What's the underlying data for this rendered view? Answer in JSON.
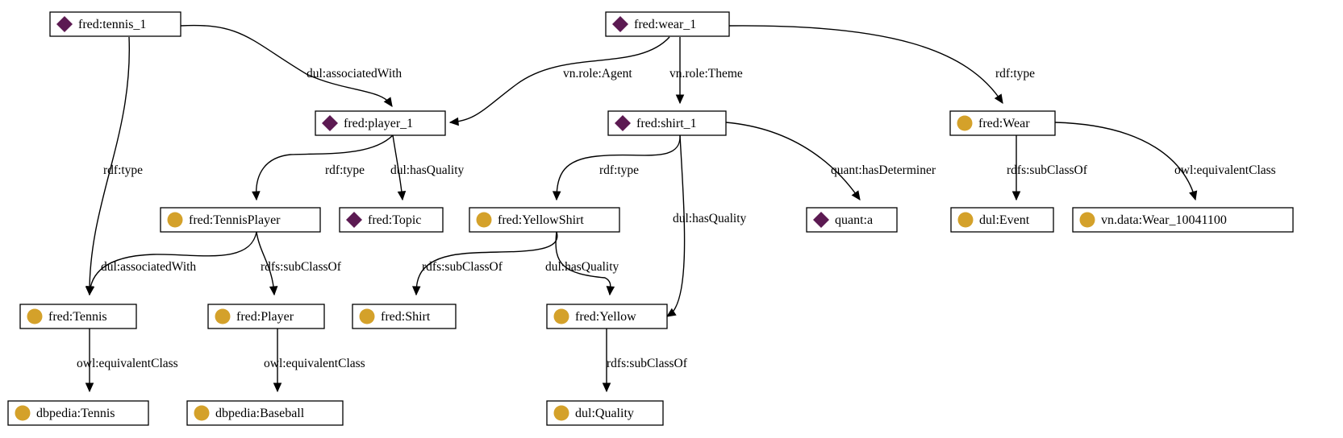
{
  "colors": {
    "instance_icon": "#5c1a52",
    "class_icon": "#d4a12a",
    "edge": "#000000",
    "node_border": "#000000"
  },
  "icons": {
    "instance": "diamond-icon",
    "class": "circle-icon"
  },
  "nodes": [
    {
      "id": "tennis_1",
      "label": "fred:tennis_1",
      "kind": "instance"
    },
    {
      "id": "wear_1",
      "label": "fred:wear_1",
      "kind": "instance"
    },
    {
      "id": "player_1",
      "label": "fred:player_1",
      "kind": "instance"
    },
    {
      "id": "shirt_1",
      "label": "fred:shirt_1",
      "kind": "instance"
    },
    {
      "id": "wear",
      "label": "fred:Wear",
      "kind": "class"
    },
    {
      "id": "tennisplayer",
      "label": "fred:TennisPlayer",
      "kind": "class"
    },
    {
      "id": "topic",
      "label": "fred:Topic",
      "kind": "instance"
    },
    {
      "id": "yellowshirt",
      "label": "fred:YellowShirt",
      "kind": "class"
    },
    {
      "id": "quant_a",
      "label": "quant:a",
      "kind": "instance"
    },
    {
      "id": "event",
      "label": "dul:Event",
      "kind": "class"
    },
    {
      "id": "wear_10041100",
      "label": "vn.data:Wear_10041100",
      "kind": "class"
    },
    {
      "id": "tennis",
      "label": "fred:Tennis",
      "kind": "class"
    },
    {
      "id": "player",
      "label": "fred:Player",
      "kind": "class"
    },
    {
      "id": "shirt",
      "label": "fred:Shirt",
      "kind": "class"
    },
    {
      "id": "yellow",
      "label": "fred:Yellow",
      "kind": "class"
    },
    {
      "id": "dbp_tennis",
      "label": "dbpedia:Tennis",
      "kind": "class"
    },
    {
      "id": "dbp_baseball",
      "label": "dbpedia:Baseball",
      "kind": "class"
    },
    {
      "id": "quality",
      "label": "dul:Quality",
      "kind": "class"
    }
  ],
  "edges": [
    {
      "id": "e1",
      "from": "tennis_1",
      "to": "player_1",
      "label": "dul:associatedWith"
    },
    {
      "id": "e2",
      "from": "tennis_1",
      "to": "tennis",
      "label": "rdf:type"
    },
    {
      "id": "e3",
      "from": "wear_1",
      "to": "player_1",
      "label": "vn.role:Agent"
    },
    {
      "id": "e4",
      "from": "wear_1",
      "to": "shirt_1",
      "label": "vn.role:Theme"
    },
    {
      "id": "e5",
      "from": "wear_1",
      "to": "wear",
      "label": "rdf:type"
    },
    {
      "id": "e6",
      "from": "player_1",
      "to": "tennisplayer",
      "label": "rdf:type"
    },
    {
      "id": "e7",
      "from": "player_1",
      "to": "topic",
      "label": "dul:hasQuality"
    },
    {
      "id": "e8",
      "from": "shirt_1",
      "to": "yellowshirt",
      "label": "rdf:type"
    },
    {
      "id": "e9",
      "from": "shirt_1",
      "to": "yellow",
      "label": "dul:hasQuality"
    },
    {
      "id": "e10",
      "from": "shirt_1",
      "to": "quant_a",
      "label": "quant:hasDeterminer"
    },
    {
      "id": "e11",
      "from": "wear",
      "to": "event",
      "label": "rdfs:subClassOf"
    },
    {
      "id": "e12",
      "from": "wear",
      "to": "wear_10041100",
      "label": "owl:equivalentClass"
    },
    {
      "id": "e13",
      "from": "tennisplayer",
      "to": "tennis",
      "label": "dul:associatedWith"
    },
    {
      "id": "e14",
      "from": "tennisplayer",
      "to": "player",
      "label": "rdfs:subClassOf"
    },
    {
      "id": "e15",
      "from": "yellowshirt",
      "to": "shirt",
      "label": "rdfs:subClassOf"
    },
    {
      "id": "e16",
      "from": "yellowshirt",
      "to": "yellow",
      "label": "dul:hasQuality"
    },
    {
      "id": "e17",
      "from": "tennis",
      "to": "dbp_tennis",
      "label": "owl:equivalentClass"
    },
    {
      "id": "e18",
      "from": "player",
      "to": "dbp_baseball",
      "label": "owl:equivalentClass"
    },
    {
      "id": "e19",
      "from": "yellow",
      "to": "quality",
      "label": "rdfs:subClassOf"
    }
  ]
}
